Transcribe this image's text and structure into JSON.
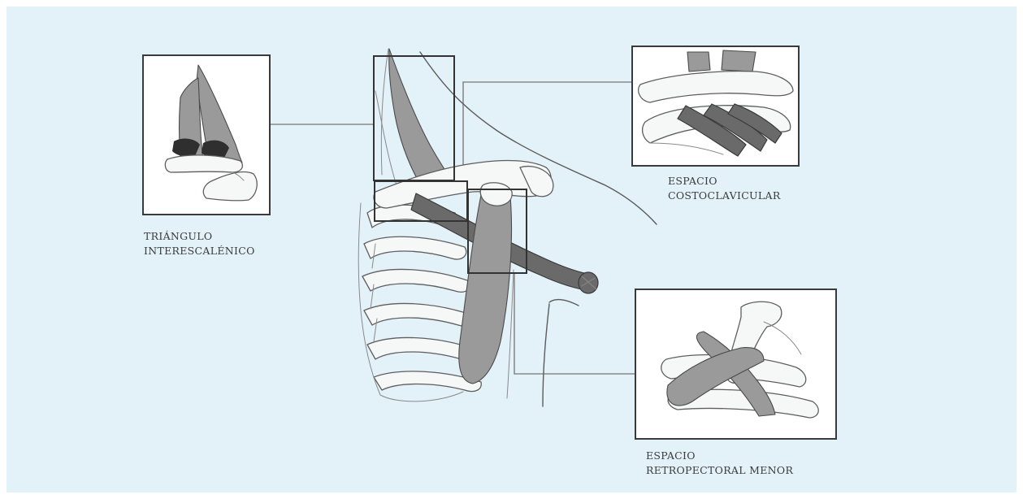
{
  "labels": {
    "interescalenico": [
      "TRIÁNGULO",
      "INTERESCALÉNICO"
    ],
    "costoclavicular": [
      "ESPACIO",
      "COSTOCLAVICULAR"
    ],
    "retropectoral": [
      "ESPACIO",
      "RETROPECTORAL MENOR"
    ]
  },
  "colors": {
    "background": "#e3f1f9",
    "frame": "#333333",
    "leader": "#8a8a8a",
    "text": "#3b3b3b"
  }
}
